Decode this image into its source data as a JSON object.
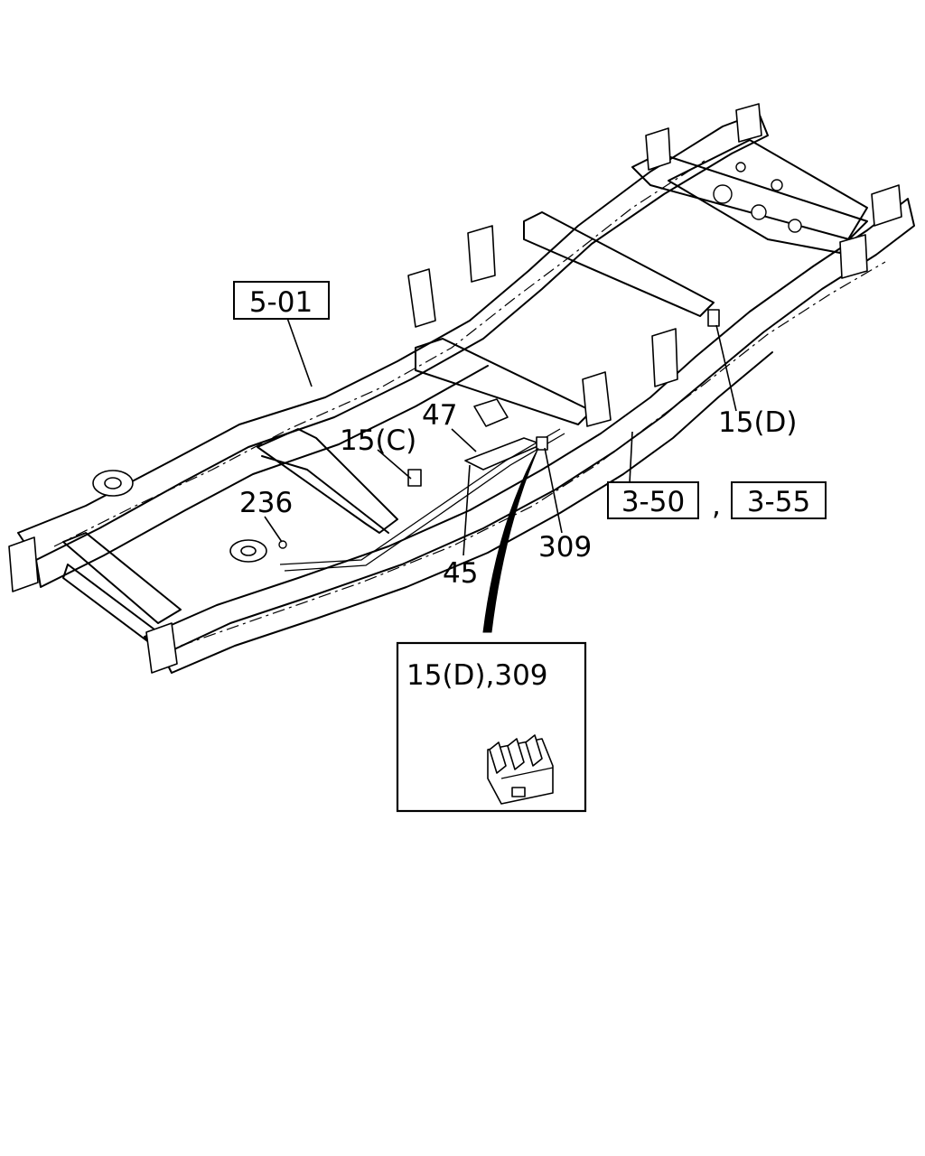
{
  "callouts": {
    "ref_5_01": "5-01",
    "ref_3_50": "3-50",
    "comma": ",",
    "ref_3_55": "3-55",
    "part_15d": "15(D)",
    "part_15c": "15(C)",
    "part_47": "47",
    "part_236": "236",
    "part_309": "309",
    "part_45": "45"
  },
  "detail": {
    "label": "15(D),309"
  }
}
